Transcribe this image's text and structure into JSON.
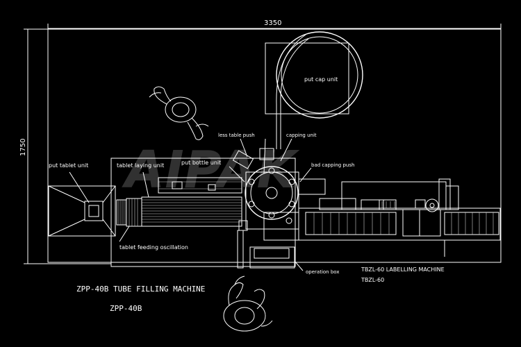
{
  "colors": {
    "background": "#000000",
    "lines": "#ffffff",
    "watermark": "#5a5a5a"
  },
  "dimensions": {
    "width": "3350",
    "height": "1750"
  },
  "watermark": "AIPAK",
  "labels": {
    "put_cap_unit": "put cap unit",
    "less_table_push": "less table push",
    "capping_unit": "capping unit",
    "put_tablet_unit": "put tablet unit",
    "tablet_laying_unit": "tablet laying unit",
    "put_bottle_unit": "put bottle unit",
    "bad_capping_push": "bad capping push",
    "tablet_feeding_oscillation": "tablet feeding oscillation",
    "operation_box": "operation box",
    "labelling_machine": "TBZL-60 LABELLING MACHINE",
    "labelling_model": "TBZL-60",
    "filling_machine": "ZPP-40B TUBE FILLING MACHINE",
    "filling_model": "ZPP-40B"
  }
}
